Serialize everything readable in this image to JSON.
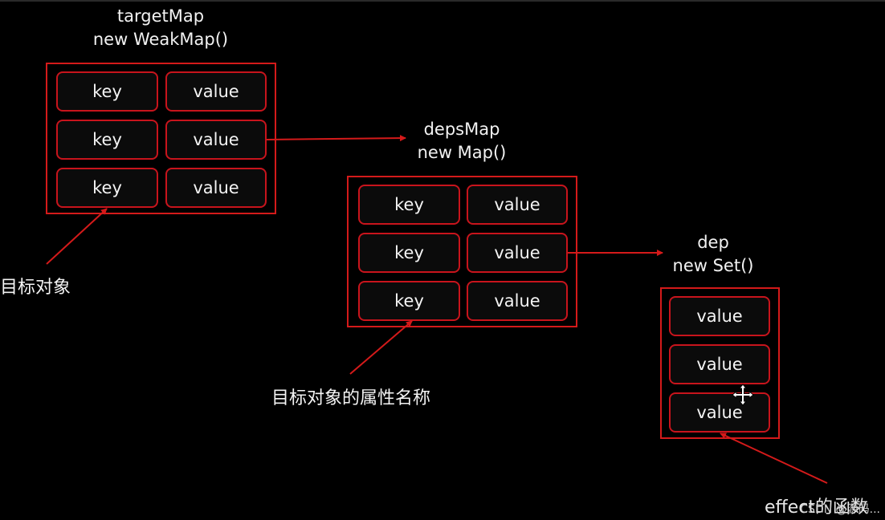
{
  "target_map": {
    "title_line1": "targetMap",
    "title_line2": "new WeakMap()",
    "rows": [
      {
        "key": "key",
        "value": "value"
      },
      {
        "key": "key",
        "value": "value"
      },
      {
        "key": "key",
        "value": "value"
      }
    ],
    "caption": "目标对象"
  },
  "deps_map": {
    "title_line1": "depsMap",
    "title_line2": "new Map()",
    "rows": [
      {
        "key": "key",
        "value": "value"
      },
      {
        "key": "key",
        "value": "value"
      },
      {
        "key": "key",
        "value": "value"
      }
    ],
    "caption": "目标对象的属性名称"
  },
  "dep": {
    "title_line1": "dep",
    "title_line2": "new Set()",
    "values": [
      "value",
      "value",
      "value"
    ],
    "caption": "effect的函数"
  },
  "watermark": "CSDN @源码..."
}
